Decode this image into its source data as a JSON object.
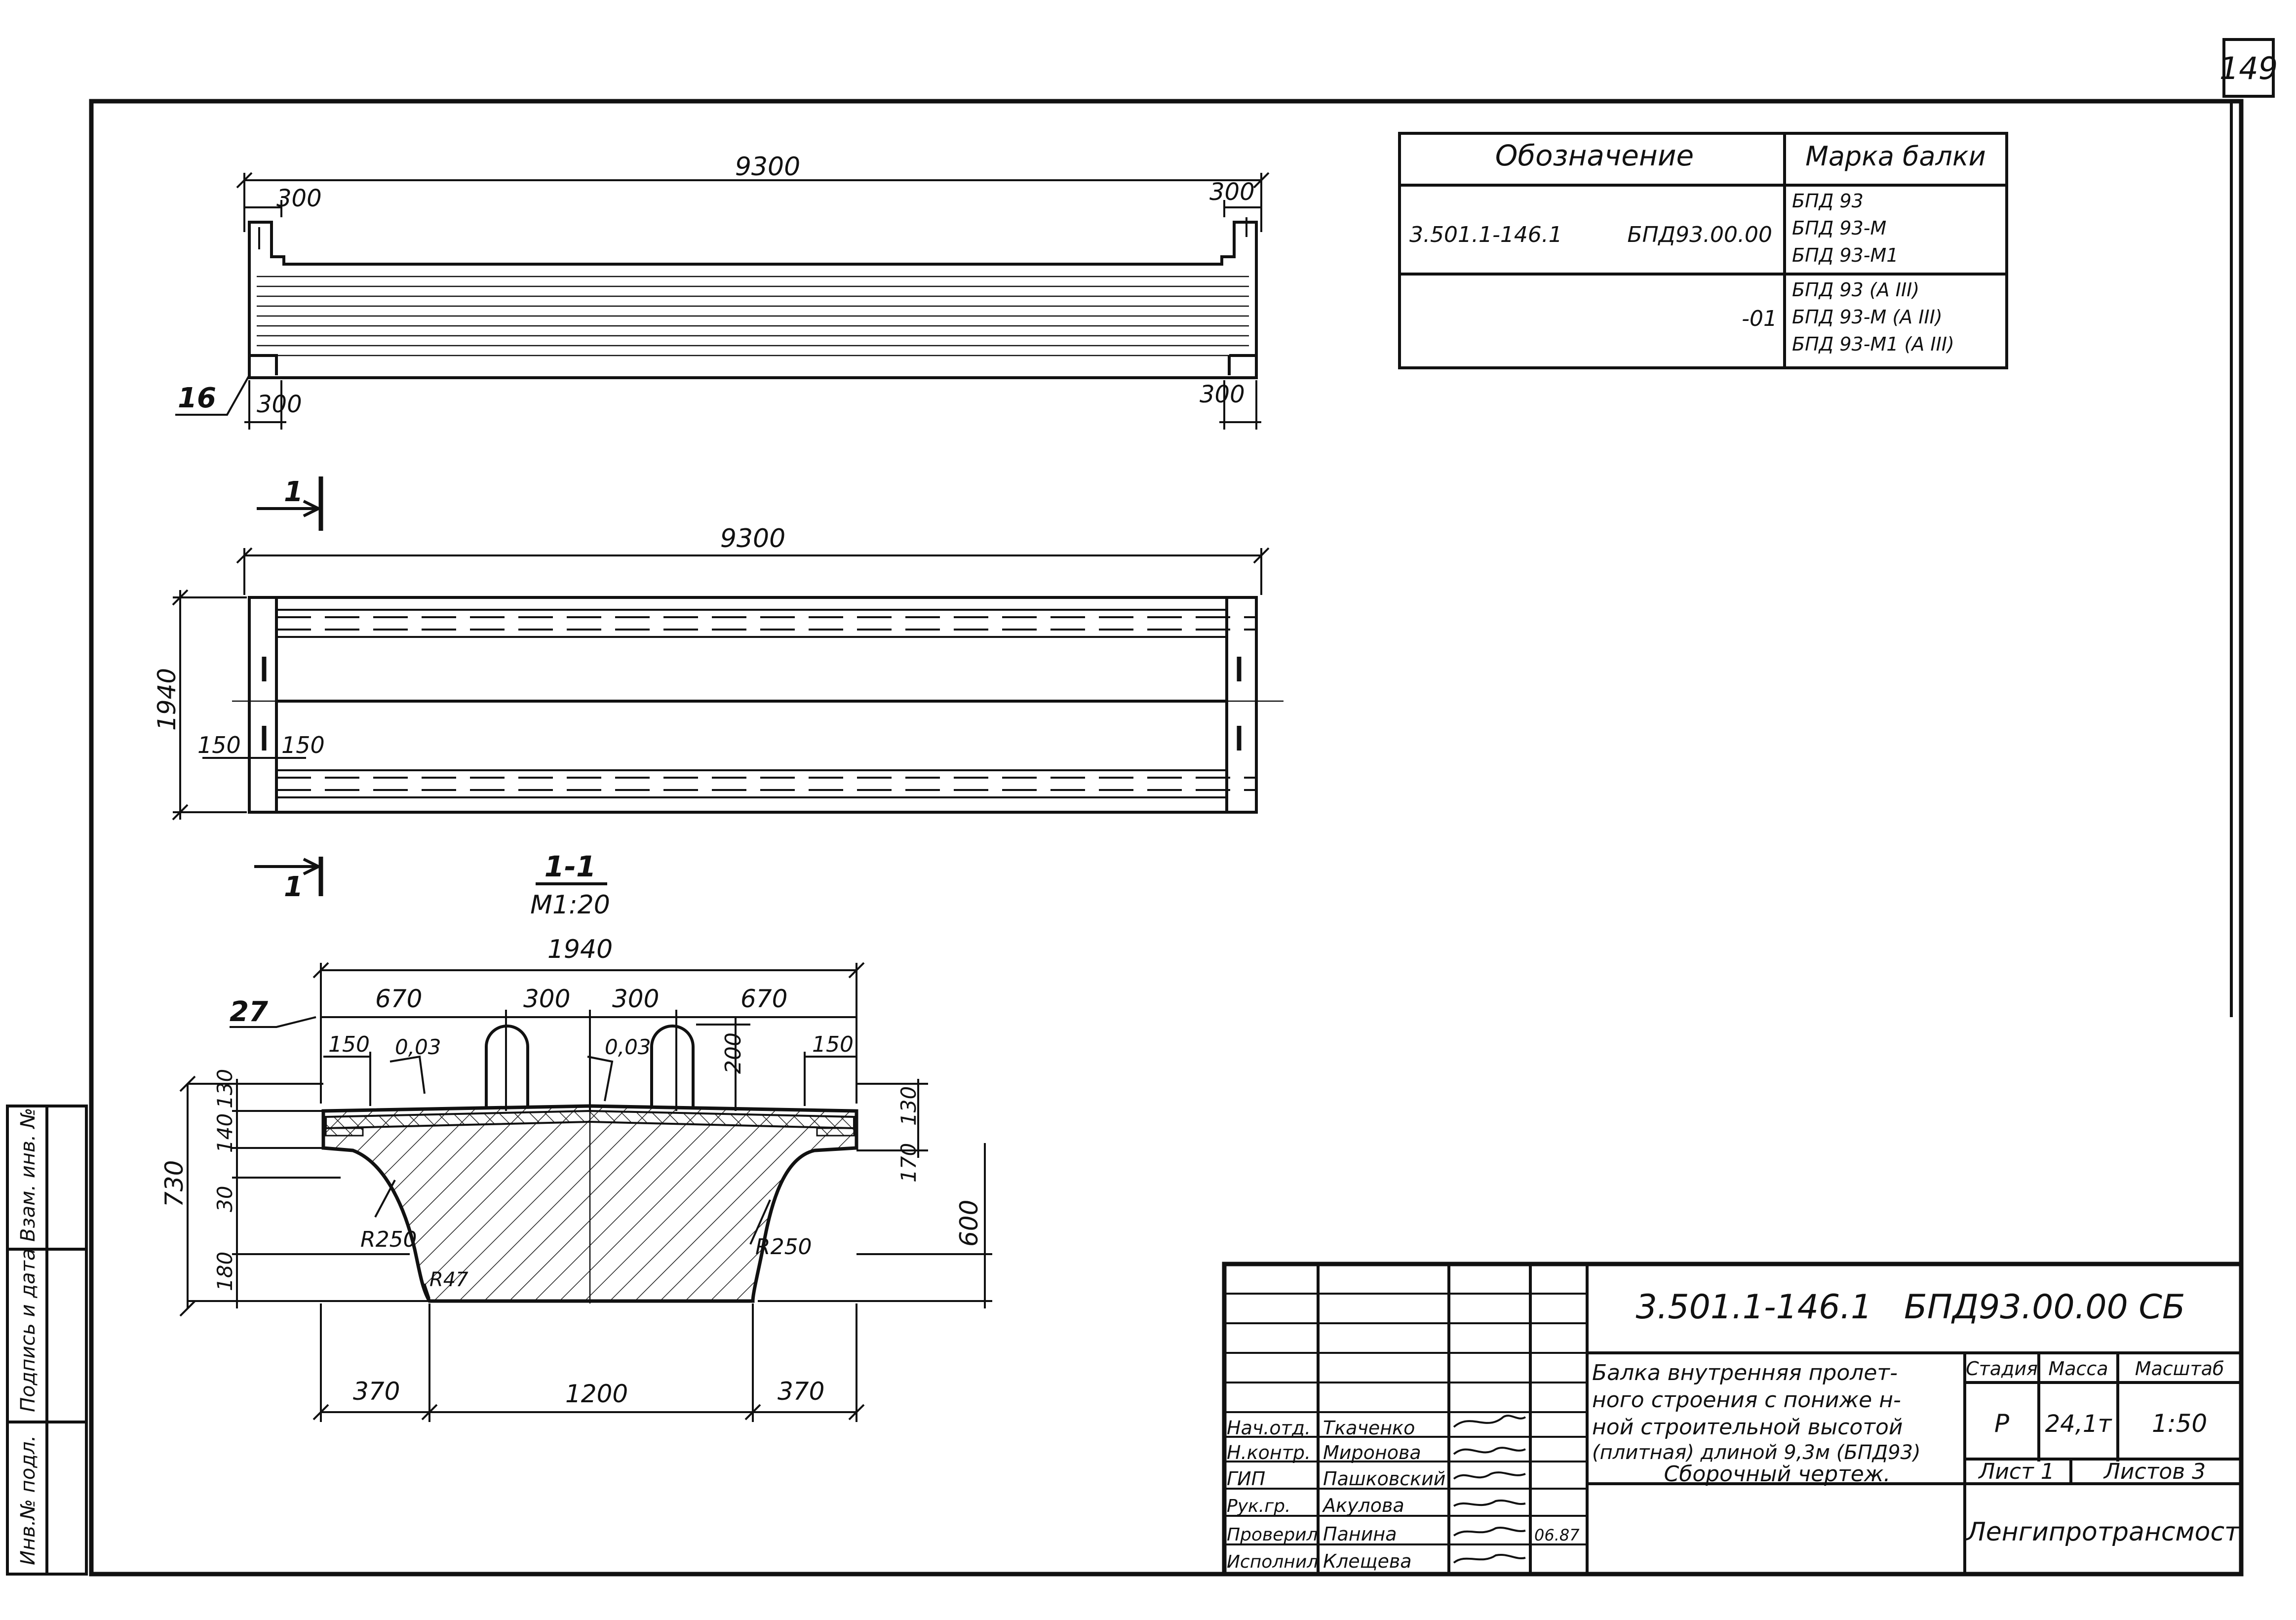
{
  "sheet": {
    "page_number": "149",
    "side_stamp": [
      "Инв.№ подл.",
      "Подпись и дата",
      "Взам. инв. №"
    ]
  },
  "views": {
    "elevation": {
      "length": "9300",
      "end_left_top": "300",
      "end_right_top": "300",
      "end_left_bottom": "300",
      "end_right_bottom": "300",
      "leader_mark": "16"
    },
    "plan": {
      "length": "9300",
      "width": "1940",
      "offset_a": "150",
      "offset_b": "150",
      "section_mark_top": "1",
      "section_mark_bottom": "1"
    },
    "section": {
      "title": "1-1",
      "scale": "М1:20",
      "width_total": "1940",
      "top_dims": [
        "670",
        "300",
        "300",
        "670"
      ],
      "leader_mark": "27",
      "slope_left": "0,03",
      "slope_right": "0,03",
      "edge_left": "150",
      "edge_right": "150",
      "loop_height": "200",
      "left_dims": [
        "130",
        "140",
        "30",
        "180"
      ],
      "height_total": "730",
      "right_dims": [
        "130",
        "170"
      ],
      "height_right": "600",
      "radius_left": "R250",
      "radius_right": "R250",
      "radius_small": "R47",
      "bottom_dims": [
        "370",
        "1200",
        "370"
      ]
    }
  },
  "designation_table": {
    "headers": [
      "Обозначение",
      "Марка балки"
    ],
    "rows": [
      {
        "designation": "3.501.1-146.1",
        "code": "БПД93.00.00",
        "marks": [
          "БПД 93",
          "БПД 93-М",
          "БПД 93-М1"
        ]
      },
      {
        "designation": "",
        "code": "-01",
        "marks": [
          "БПД 93 (А ІІІ)",
          "БПД 93-М (А ІІІ)",
          "БПД 93-М1 (А ІІІ)"
        ]
      }
    ]
  },
  "title_block": {
    "document_code": "3.501.1-146.1   БПД93.00.00 СБ",
    "title_lines": [
      "Балка внутренняя пролет-",
      "ного строения с пониже н-",
      "ной строительной высотой",
      "(плитная) длиной 9,3м (БПД93)",
      "Сборочный чертеж."
    ],
    "stage_header": "Стадия",
    "mass_header": "Масса",
    "scale_header": "Масштаб",
    "stage": "Р",
    "mass": "24,1т",
    "scale": "1:50",
    "sheet_label": "Лист 1",
    "sheets_label": "Листов 3",
    "organization": "Ленгипротрансмост",
    "date": "06.87",
    "people": [
      {
        "role": "Нач.отд.",
        "name": "Ткаченко"
      },
      {
        "role": "Н.контр.",
        "name": "Миронова"
      },
      {
        "role": "ГИП",
        "name": "Пашковский"
      },
      {
        "role": "Рук.гр.",
        "name": "Акулова"
      },
      {
        "role": "Проверил",
        "name": "Панина"
      },
      {
        "role": "Исполнил",
        "name": "Клещева"
      }
    ]
  }
}
